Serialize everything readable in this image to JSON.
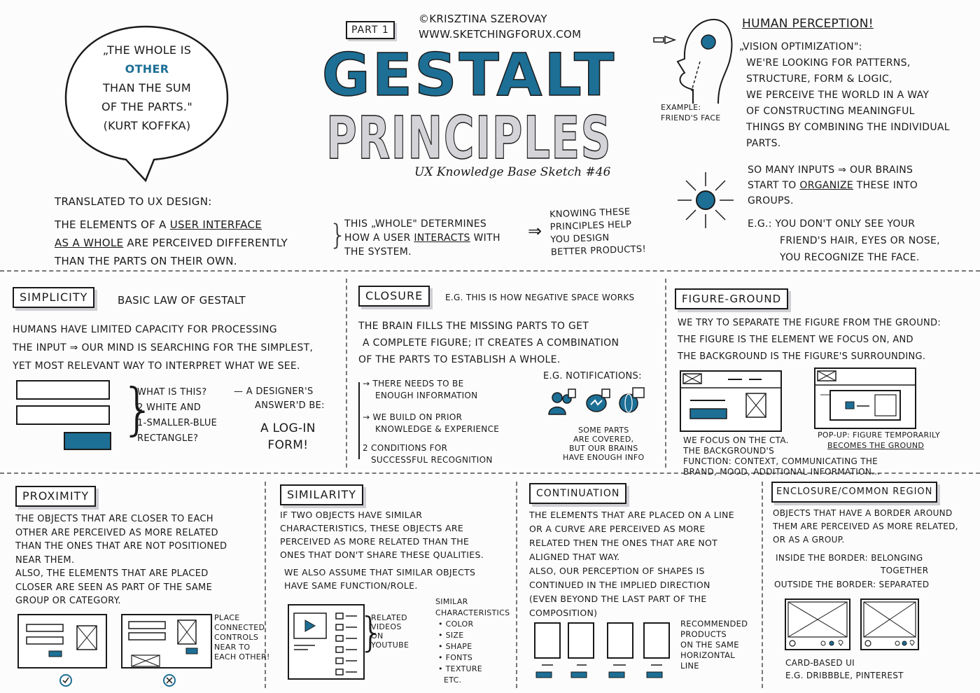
{
  "header": {
    "part": "PART 1",
    "author": "©KRISZTINA SZEROVAY",
    "website": "WWW.SKETCHINGFORUX.COM",
    "title_line1": "GESTALT",
    "title_line2": "PRINCIPLES",
    "subtitle": "UX Knowledge Base Sketch #46"
  },
  "quote": {
    "line1": "„THE WHOLE IS",
    "emph": "OTHER",
    "line2": "THAN THE SUM",
    "line3": "OF THE PARTS.\"",
    "author": "(KURT KOFFKA)"
  },
  "translated": {
    "heading": "TRANSLATED TO UX DESIGN:",
    "l1a": "THE ELEMENTS OF A",
    "l1b": "USER INTERFACE",
    "l2a": "AS A WHOLE",
    "l2b": "ARE PERCEIVED DIFFERENTLY",
    "l3": "THAN THE PARTS ON THEIR OWN.",
    "m1": "THIS „WHOLE\" DETERMINES",
    "m2a": "HOW A USER",
    "m2b": "INTERACTS",
    "m2c": "WITH",
    "m3": "THE SYSTEM.",
    "r1": "KNOWING THESE",
    "r2": "PRINCIPLES HELP",
    "r3": "YOU DESIGN",
    "r4": "BETTER PRODUCTS!"
  },
  "perception": {
    "heading": "HUMAN PERCEPTION!",
    "l1": "„VISION OPTIMIZATION\":",
    "l2": "WE'RE LOOKING FOR PATTERNS,",
    "l3": "STRUCTURE, FORM & LOGIC,",
    "l4": "WE PERCEIVE THE WORLD IN A WAY",
    "l5": "OF CONSTRUCTING MEANINGFUL",
    "l6": "THINGS BY COMBINING THE INDIVIDUAL",
    "l7": "PARTS.",
    "example": "EXAMPLE:",
    "example2": "FRIEND'S FACE",
    "g1": "SO MANY INPUTS ⇒ OUR BRAINS",
    "g2a": "START TO",
    "g2b": "ORGANIZE",
    "g2c": "THESE INTO",
    "g3": "GROUPS.",
    "e1": "E.G.: YOU DON'T ONLY SEE YOUR",
    "e2": "FRIEND'S HAIR, EYES OR NOSE,",
    "e3": "YOU RECOGNIZE THE FACE."
  },
  "simplicity": {
    "label": "SIMPLICITY",
    "heading": "BASIC LAW OF GESTALT",
    "l1": "HUMANS HAVE LIMITED CAPACITY FOR PROCESSING",
    "l2": "THE INPUT ⇒ OUR MIND IS SEARCHING FOR THE SIMPLEST,",
    "l3": "YET MOST RELEVANT WAY TO INTERPRET WHAT WE SEE.",
    "q1": "WHAT IS THIS?",
    "q2": "2 WHITE AND",
    "q3": "1-SMALLER-BLUE",
    "q4": "RECTANGLE?",
    "a1": "— A DESIGNER'S",
    "a2": "ANSWER'D BE:",
    "a3": "A LOG-IN",
    "a4": "FORM!"
  },
  "closure": {
    "label": "CLOSURE",
    "heading": "E.G. THIS IS HOW NEGATIVE SPACE WORKS",
    "l1": "THE BRAIN FILLS THE MISSING PARTS TO GET",
    "l2": "A COMPLETE FIGURE; IT CREATES A COMBINATION",
    "l3": "OF THE PARTS TO ESTABLISH A WHOLE.",
    "b1a": "→ THERE NEEDS TO BE",
    "b1b": "ENOUGH INFORMATION",
    "b2a": "→ WE BUILD ON PRIOR",
    "b2b": "KNOWLEDGE & EXPERIENCE",
    "b3": "2 CONDITIONS FOR",
    "b3b": "SUCCESSFUL RECOGNITION",
    "n1": "E.G. NOTIFICATIONS:",
    "c1": "SOME PARTS",
    "c2": "ARE COVERED,",
    "c3": "BUT OUR BRAINS",
    "c4": "HAVE ENOUGH INFO"
  },
  "figure": {
    "label": "FIGURE-GROUND",
    "l1": "WE TRY TO SEPARATE THE FIGURE FROM THE GROUND:",
    "l2": "THE FIGURE IS THE ELEMENT WE FOCUS ON, AND",
    "l3": "THE BACKGROUND IS THE FIGURE'S SURROUNDING.",
    "f1": "WE FOCUS ON THE CTA.",
    "f2": "THE BACKGROUND'S",
    "f3": "FUNCTION: CONTEXT, COMMUNICATING THE",
    "f4": "BRAND, MOOD, ADDITIONAL INFORMATION...",
    "p1": "POP-UP: FIGURE TEMPORARILY",
    "p2": "BECOMES THE GROUND"
  },
  "proximity": {
    "label": "PROXIMITY",
    "l1": "THE OBJECTS THAT ARE CLOSER TO EACH",
    "l2": "OTHER ARE PERCEIVED AS MORE RELATED",
    "l3": "THAN THE ONES THAT ARE NOT POSITIONED",
    "l4": "NEAR THEM.",
    "l5": "ALSO, THE ELEMENTS THAT ARE PLACED",
    "l6": "CLOSER ARE SEEN AS PART OF THE SAME",
    "l7": "GROUP OR CATEGORY.",
    "s1": "PLACE",
    "s2": "CONNECTED",
    "s3": "CONTROLS",
    "s4": "NEAR TO",
    "s5": "EACH OTHER!"
  },
  "similarity": {
    "label": "SIMILARITY",
    "l1": "IF TWO OBJECTS HAVE SIMILAR",
    "l2": "CHARACTERISTICS, THESE OBJECTS ARE",
    "l3": "PERCEIVED AS MORE RELATED THAN THE",
    "l4": "ONES THAT DON'T SHARE THESE QUALITIES.",
    "l5": "WE ALSO ASSUME THAT SIMILAR OBJECTS",
    "l6": "HAVE SAME FUNCTION/ROLE.",
    "r1": "RELATED",
    "r2": "VIDEOS",
    "r3": "ON",
    "r4": "YOUTUBE",
    "c0": "SIMILAR",
    "c00": "CHARACTERISTICS",
    "c1": "• COLOR",
    "c2": "• SIZE",
    "c3": "• SHAPE",
    "c4": "• FONTS",
    "c5": "• TEXTURE",
    "c6": "ETC."
  },
  "continuation": {
    "label": "CONTINUATION",
    "l1": "THE ELEMENTS THAT ARE PLACED ON A LINE",
    "l2": "OR A CURVE ARE PERCEIVED AS MORE",
    "l3": "RELATED THEN THE ONES THAT ARE NOT",
    "l4": "ALIGNED THAT WAY.",
    "l5": "ALSO, OUR PERCEPTION OF SHAPES IS",
    "l6": "CONTINUED IN THE IMPLIED DIRECTION",
    "l7": "(EVEN BEYOND THE LAST PART OF THE",
    "l8": "COMPOSITION)",
    "r1": "RECOMMENDED",
    "r2": "PRODUCTS",
    "r3": "ON THE SAME",
    "r4": "HORIZONTAL",
    "r5": "LINE"
  },
  "enclosure": {
    "label": "ENCLOSURE/COMMON REGION",
    "l1": "OBJECTS THAT HAVE A BORDER AROUND",
    "l2": "THEM ARE PERCEIVED AS MORE RELATED,",
    "l3": "OR AS A GROUP.",
    "i1": "INSIDE THE BORDER: BELONGING",
    "i2": "TOGETHER",
    "o1": "OUTSIDE THE BORDER: SEPARATED",
    "c1": "CARD-BASED UI",
    "c2": "E.G. DRIBBBLE, PINTEREST"
  },
  "colors": {
    "accent": "#1d6f95",
    "shadow": "#cfcfd4",
    "ink": "#1a1a1a"
  }
}
